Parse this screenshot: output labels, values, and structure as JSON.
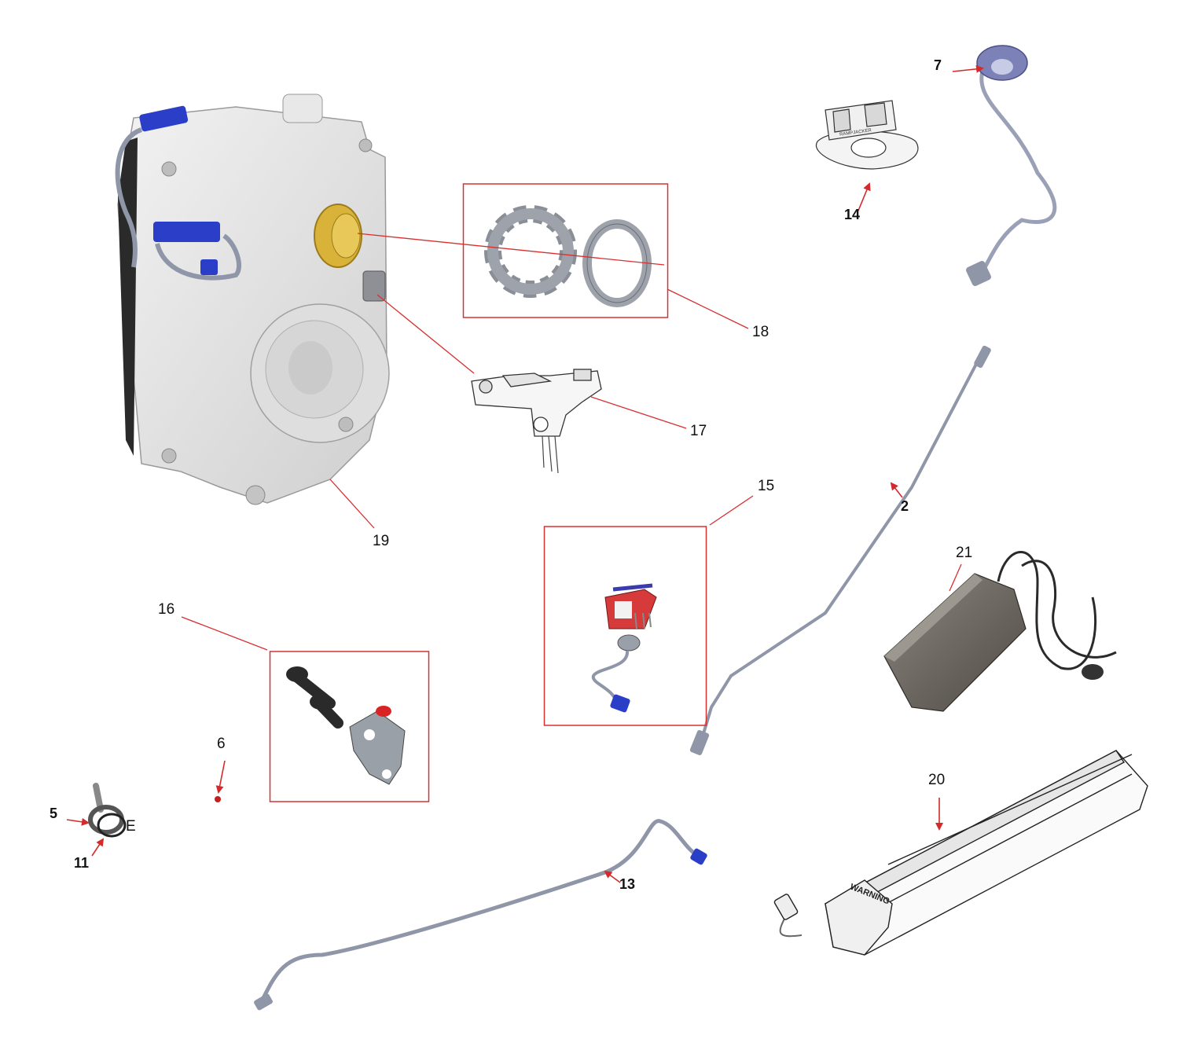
{
  "callouts": {
    "c2": "2",
    "c5": "5",
    "c6": "6",
    "c7": "7",
    "c11": "11",
    "c13": "13",
    "c14": "14",
    "c15": "15",
    "c16": "16",
    "c17": "17",
    "c18": "18",
    "c19": "19",
    "c20": "20",
    "c21": "21",
    "part5_letter": "E"
  },
  "markings": {
    "battery_label": "WARNING",
    "remote_brand": "RAMPJACKER"
  },
  "colors": {
    "leader": "#d83030",
    "arrow": "#d42a2a",
    "motor_body": "#e4e4e4",
    "connector_blue": "#2b3ec8",
    "lockring_gold": "#d9b23a",
    "cable_gray": "#8e96a8",
    "charger_body": "#6f6a62"
  }
}
